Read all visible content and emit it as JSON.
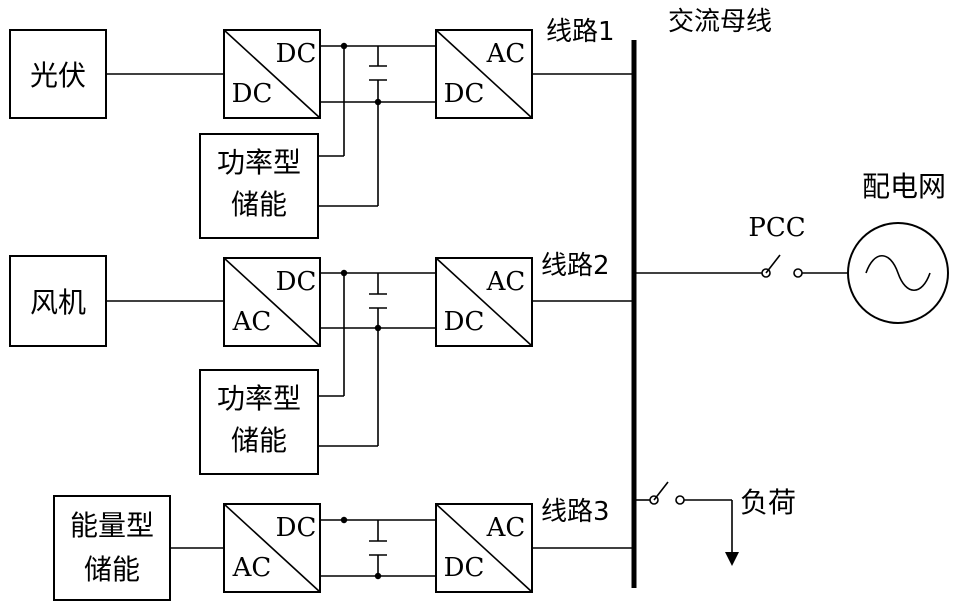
{
  "bus": {
    "label": "交流母线"
  },
  "grid": {
    "label": "配电网",
    "pcc_label": "PCC"
  },
  "load": {
    "label": "负荷"
  },
  "branches": [
    {
      "source": "光伏",
      "line_label": "线路1",
      "conv1": {
        "top": "DC",
        "bottom": "DC"
      },
      "conv2": {
        "top": "AC",
        "bottom": "DC"
      },
      "storage": [
        "功率型",
        "储能"
      ]
    },
    {
      "source": "风机",
      "line_label": "线路2",
      "conv1": {
        "top": "DC",
        "bottom": "AC"
      },
      "conv2": {
        "top": "AC",
        "bottom": "DC"
      },
      "storage": [
        "功率型",
        "储能"
      ]
    },
    {
      "source_lines": [
        "能量型",
        "储能"
      ],
      "line_label": "线路3",
      "conv1": {
        "top": "DC",
        "bottom": "AC"
      },
      "conv2": {
        "top": "AC",
        "bottom": "DC"
      }
    }
  ]
}
